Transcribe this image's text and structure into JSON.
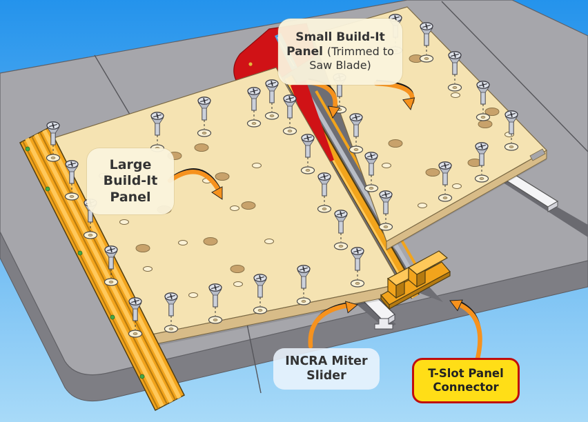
{
  "labels": {
    "small_panel_bold": "Small Build-It Panel",
    "small_panel_note": "(Trimmed to Saw Blade)",
    "large_panel": "Large Build-It Panel",
    "miter_slider": "INCRA Miter Slider",
    "tslot_connector": "T-Slot Panel Connector"
  },
  "icons": {
    "arrow": "curved-arrow",
    "screw": "flathead-screw",
    "washer": "washer-ring"
  },
  "colors": {
    "bg_top": "#2493EC",
    "bg_bottom": "#A8DAF8",
    "table_top": "#A6A6AB",
    "table_side": "#7E7E84",
    "table_seam": "#55555A",
    "panel_top": "#F5E3B2",
    "panel_edge": "#D8BC88",
    "panel_outline": "#7A6843",
    "hole_big": "#C8A26B",
    "hole_small": "#FBF2D6",
    "track_orange": "#F2A41C",
    "track_light": "#FFC85A",
    "track_dark": "#B57A10",
    "track_outline": "#4F3D12",
    "plate_red": "#D01216",
    "blade_blue": "#4FA0E8",
    "slider_white": "#F4F4F6",
    "screw_metal": "#CCD1DB",
    "arrow_orange": "#F6921E",
    "tslot_yellow": "#FFDE17",
    "tslot_border": "#C00D0D",
    "label_text": "#333333",
    "green_dot": "#44A844"
  }
}
